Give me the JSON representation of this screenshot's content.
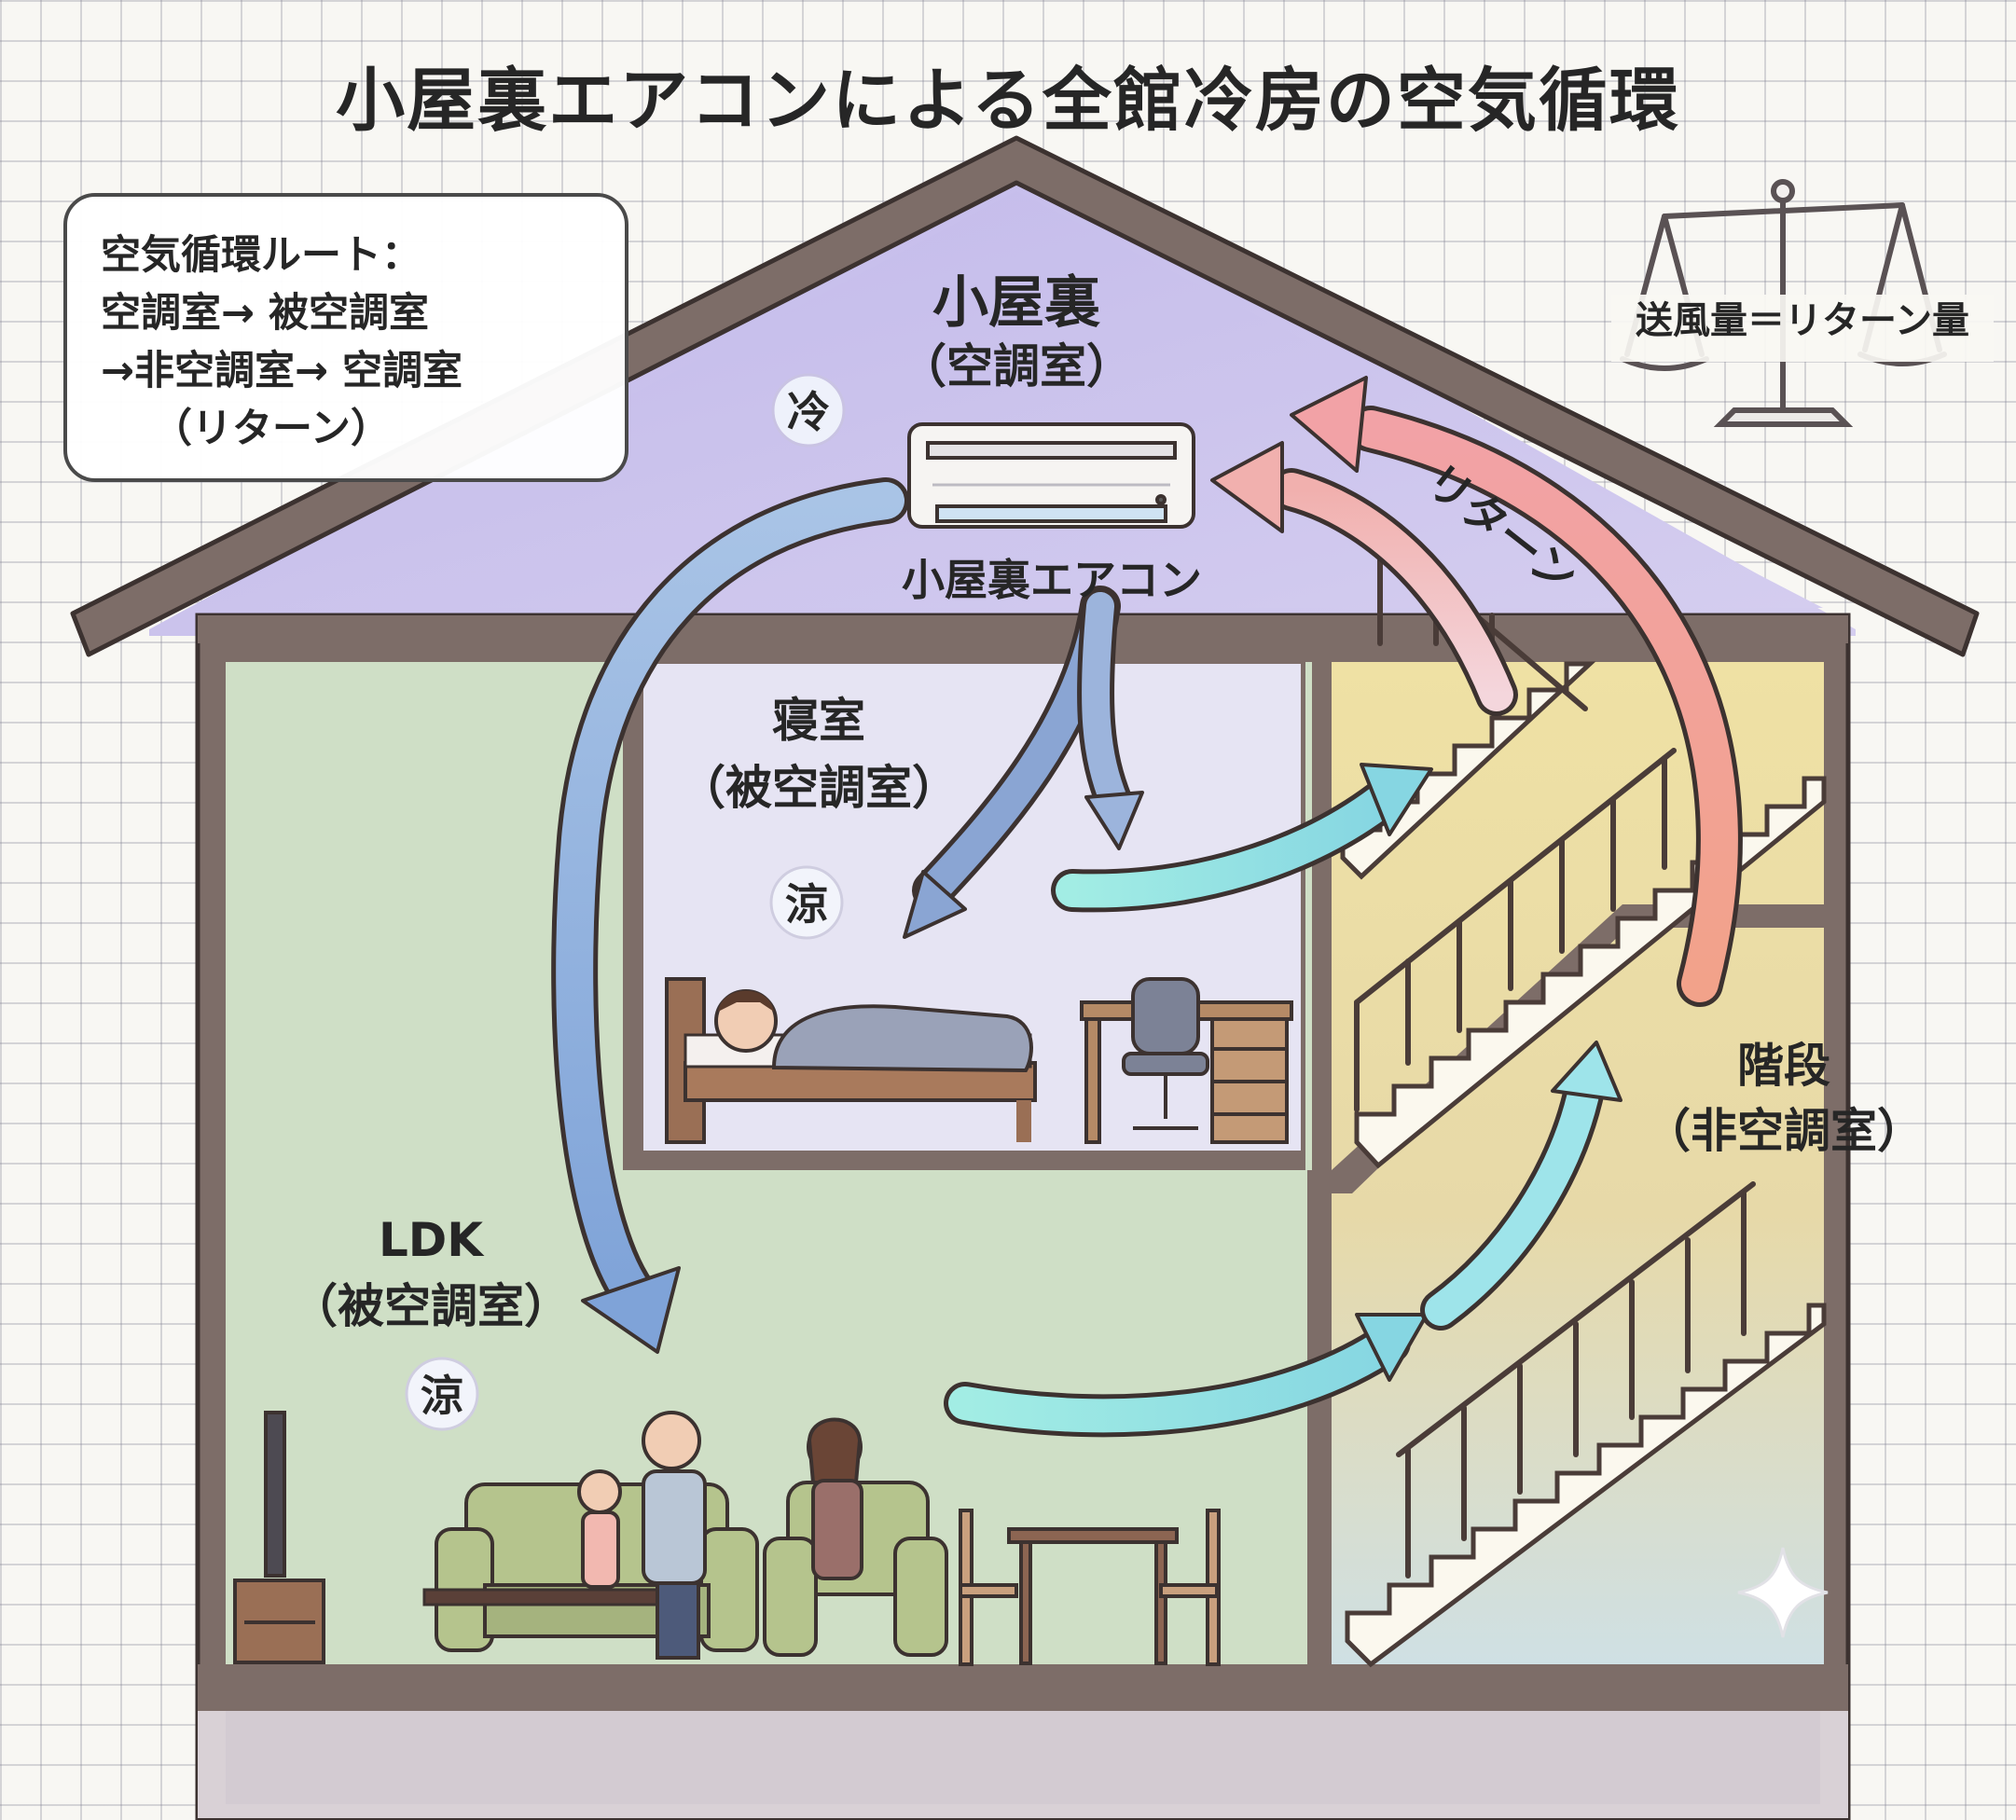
{
  "title": "小屋裏エアコンによる全館冷房の空気循環",
  "route_box": {
    "lines": [
      "空気循環ルート：",
      "空調室→ 被空調室",
      "→非空調室→ 空調室",
      "（リターン）"
    ]
  },
  "balance_label": "送風量＝リターン量",
  "attic": {
    "name": "小屋裏",
    "type": "（空調室）",
    "badge": "冷",
    "ac_label": "小屋裏エアコン"
  },
  "bedroom": {
    "name": "寝室",
    "type": "（被空調室）",
    "badge": "涼"
  },
  "ldk": {
    "name": "LDK",
    "type": "（被空調室）",
    "badge": "涼"
  },
  "stairs": {
    "name": "階段",
    "type": "（非空調室）"
  },
  "return_label": "リターン",
  "colors": {
    "attic": "#cbc4ec",
    "bedroom": "#e4e3f3",
    "ldk": "#cfdfc6",
    "stair_yellow": "#ecdc9e",
    "stair_blue": "#c9dde6",
    "wall": "#7a6a66",
    "arrow_supply": "#7fa9d6",
    "arrow_cool": "#93e3df",
    "arrow_return": "#f2a28a"
  },
  "icons": [
    "air-conditioner-icon",
    "balance-scale-icon",
    "sparkle-icon"
  ]
}
